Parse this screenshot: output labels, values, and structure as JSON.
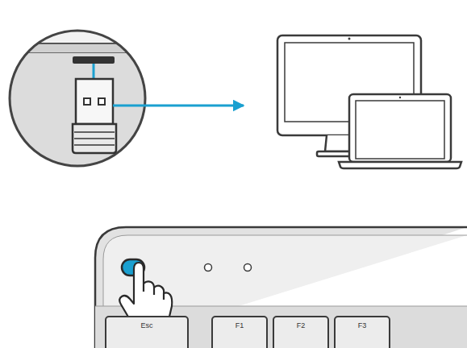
{
  "diagram": {
    "nodes": [
      {
        "text": [
          "Esc"
        ]
      },
      {
        "text": [
          "F1"
        ]
      },
      {
        "text": [
          "F2"
        ]
      },
      {
        "text": [
          "F3"
        ]
      }
    ]
  }
}
